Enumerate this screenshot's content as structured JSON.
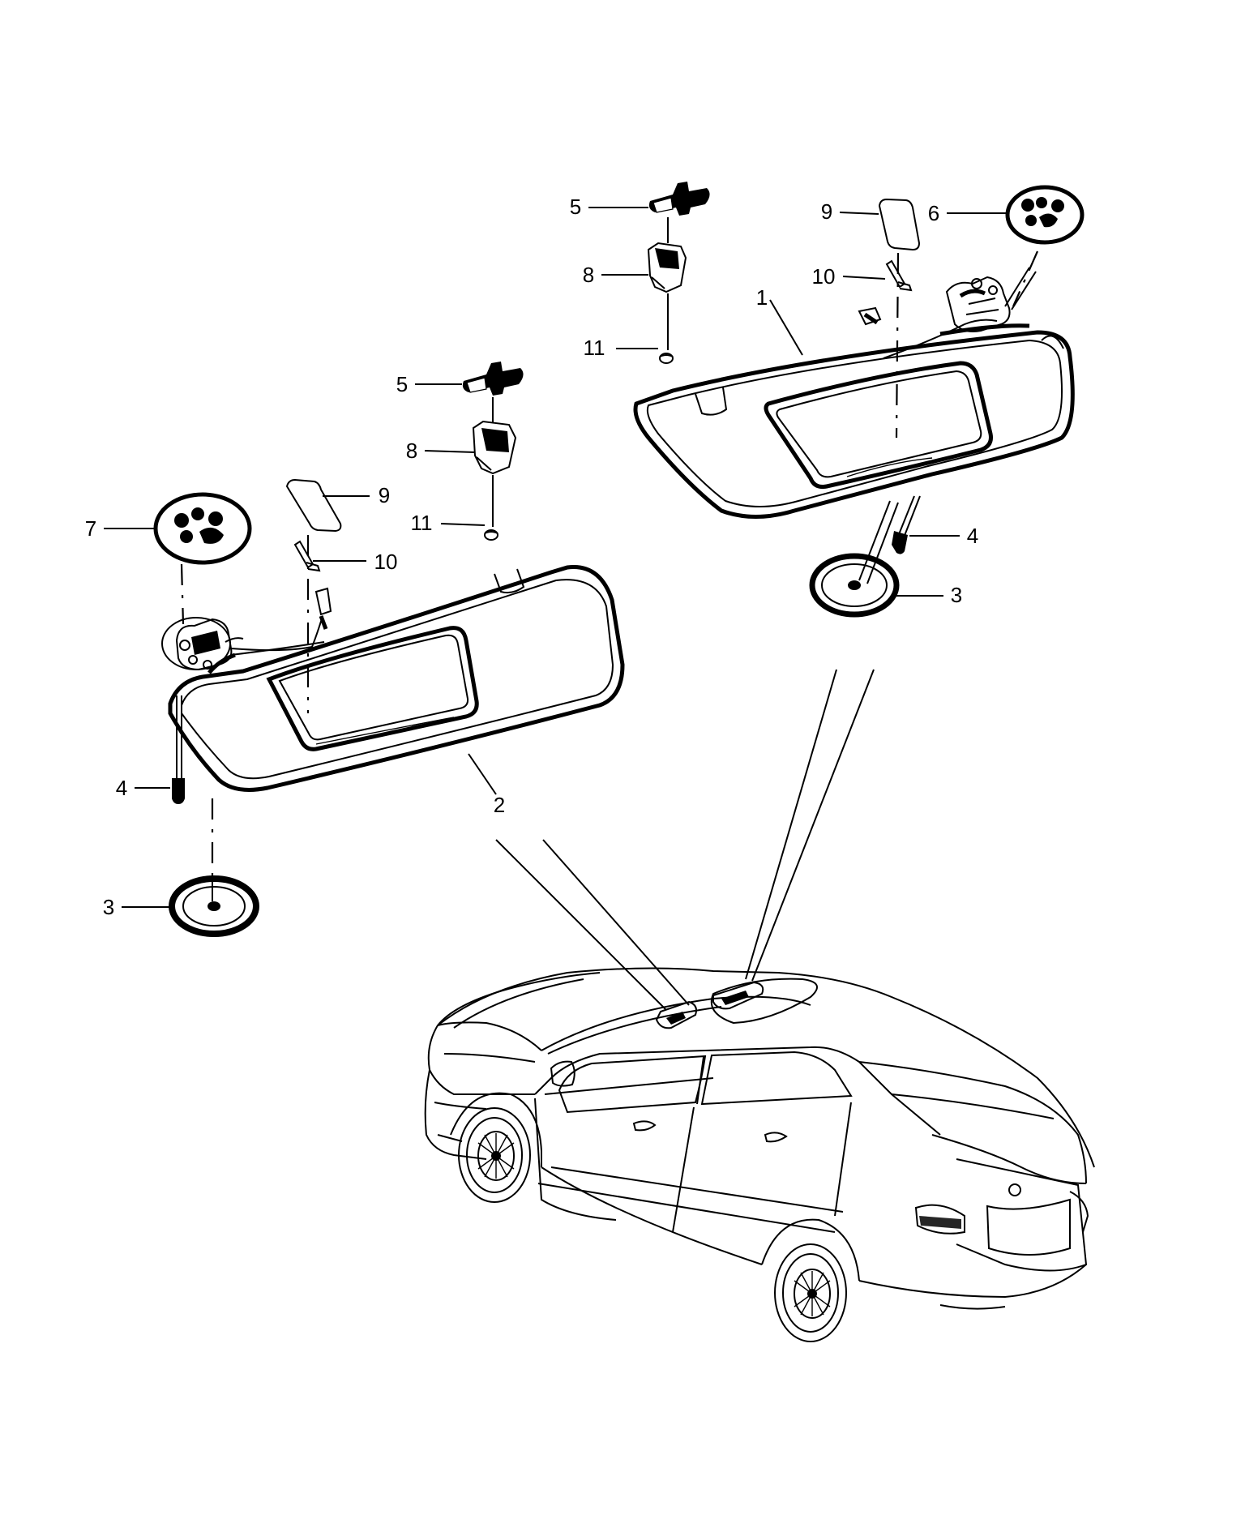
{
  "diagram": {
    "callouts": {
      "rh_visor": "1",
      "lh_visor": "2",
      "rh_retainer": "3",
      "lh_retainer": "3",
      "rh_screw": "4",
      "lh_screw": "4",
      "rh_bracket_clip": "5",
      "lh_bracket_clip": "5",
      "rh_bracket_cover": "6",
      "lh_bracket_cover": "7",
      "rh_support": "8",
      "lh_support": "8",
      "rh_lamp_lens": "9",
      "lh_lamp_lens": "9",
      "rh_bulb": "10",
      "lh_bulb": "10",
      "rh_pin": "11",
      "lh_pin": "11"
    }
  }
}
